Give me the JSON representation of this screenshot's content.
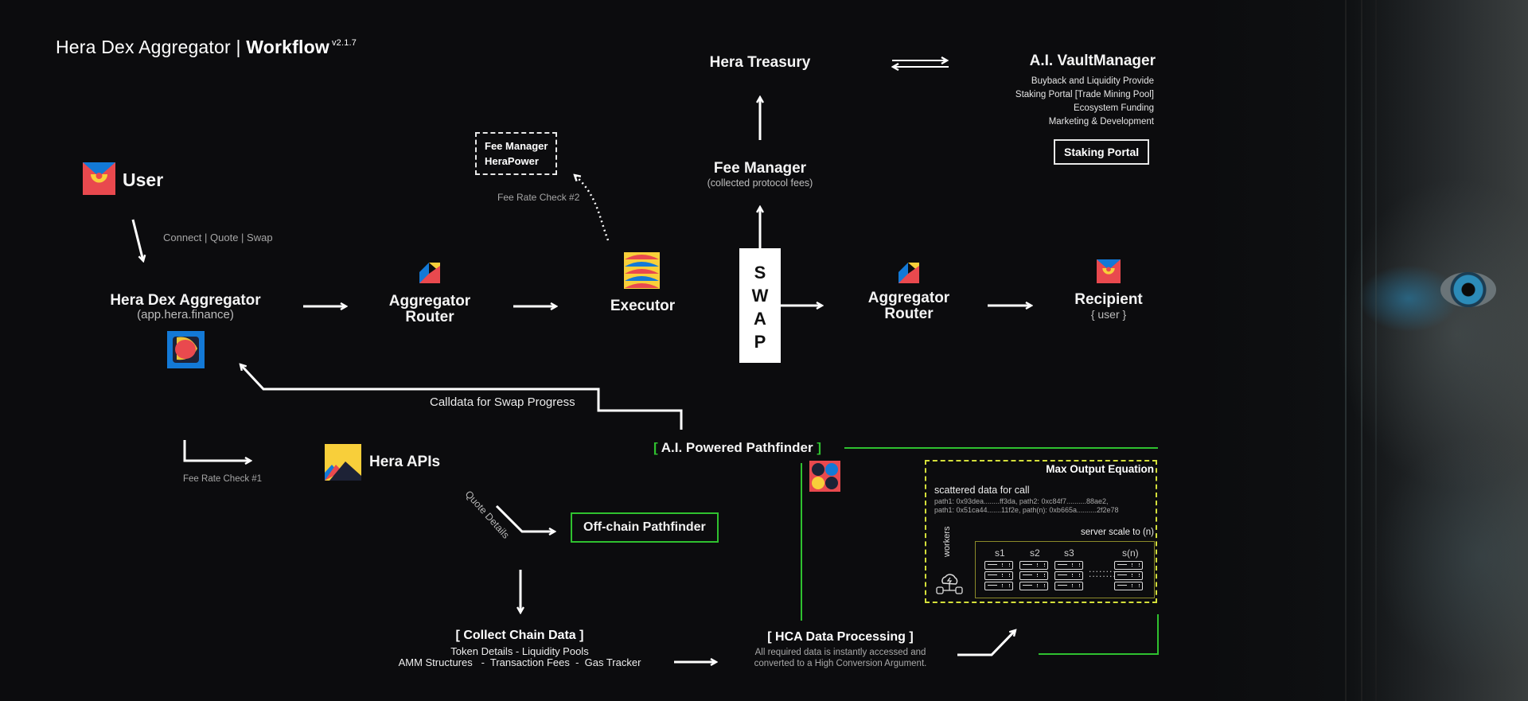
{
  "header": {
    "brand": "Hera Dex Aggregator",
    "separator": "|",
    "section": "Workflow",
    "version": "v2.1.7"
  },
  "nodes": {
    "user": {
      "label": "User"
    },
    "connect_label": "Connect | Quote | Swap",
    "dex_aggregator": {
      "label": "Hera Dex Aggregator",
      "sub": "(app.hera.finance)"
    },
    "aggregator_router_1": {
      "line1": "Aggregator",
      "line2": "Router"
    },
    "executor": {
      "label": "Executor"
    },
    "fee_manager_box": {
      "line1": "Fee Manager",
      "line2": "HeraPower"
    },
    "fee_rate_check_2": "Fee Rate Check #2",
    "swap_block": [
      "S",
      "W",
      "A",
      "P"
    ],
    "fee_manager": {
      "label": "Fee Manager",
      "sub": "(collected protocol fees)"
    },
    "hera_treasury": {
      "label": "Hera Treasury"
    },
    "vault_manager": {
      "label": "A.I. VaultManager",
      "items": [
        "Buyback and Liquidity Provide",
        "Staking Portal [Trade Mining Pool]",
        "Ecosystem Funding",
        "Marketing & Development"
      ],
      "button": "Staking Portal"
    },
    "aggregator_router_2": {
      "line1": "Aggregator",
      "line2": "Router"
    },
    "recipient": {
      "label": "Recipient",
      "sub": "{ user }"
    },
    "calldata_label": "Calldata for Swap Progress",
    "fee_rate_check_1": "Fee Rate Check #1",
    "hera_apis": {
      "label": "Hera APIs"
    },
    "quote_details": "Quote Details",
    "offchain_pathfinder": {
      "label": "Off-chain Pathfinder"
    },
    "ai_pathfinder": {
      "open": "[",
      "label": "A.I. Powered Pathfinder",
      "close": "]"
    },
    "collect_chain_data": {
      "label": "[ Collect Chain Data ]",
      "line1": "Token Details  -  Liquidity Pools",
      "line2": "AMM Structures   -  Transaction Fees  -  Gas Tracker"
    },
    "hca_processing": {
      "label": "[ HCA Data Processing ]",
      "line1": "All required data is instantly accessed and",
      "line2": "converted to a High Conversion Argument."
    }
  },
  "max_output": {
    "title": "Max Output Equation",
    "scattered_label": "scattered data for call",
    "path_line1": "path1: 0x93dea........ff3da,  path2: 0xc84f7..........88ae2,",
    "path_line2": "path1: 0x51ca44.......11f2e,  path(n): 0xb665a..........2f2e78",
    "server_scale": "server scale to (n)",
    "workers_label": "workers",
    "servers": [
      "s1",
      "s2",
      "s3",
      "s(n)"
    ],
    "ellipsis": "........"
  },
  "colors": {
    "background": "#0c0c0e",
    "accent_green": "#2fc12f",
    "accent_yellow": "#d4df3a",
    "brand_red": "#e9494e",
    "brand_blue": "#1379d6",
    "brand_yellow": "#f8cf3a",
    "brand_navy": "#1d2236"
  }
}
